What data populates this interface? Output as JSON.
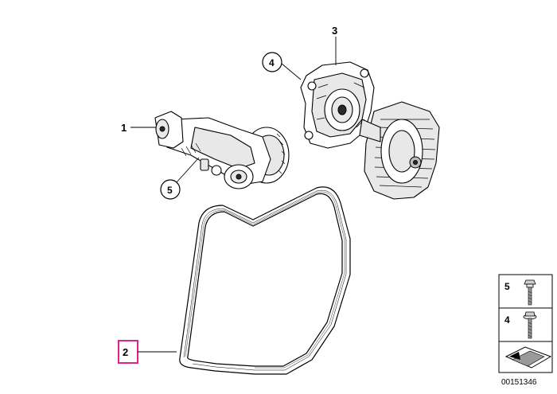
{
  "callouts": {
    "c1": "1",
    "c2": "2",
    "c3": "3",
    "c4": "4",
    "c5": "5"
  },
  "legend": {
    "row_top": "5",
    "row_bottom": "4"
  },
  "document_number": "00151346",
  "highlight_color": "#e0218a"
}
